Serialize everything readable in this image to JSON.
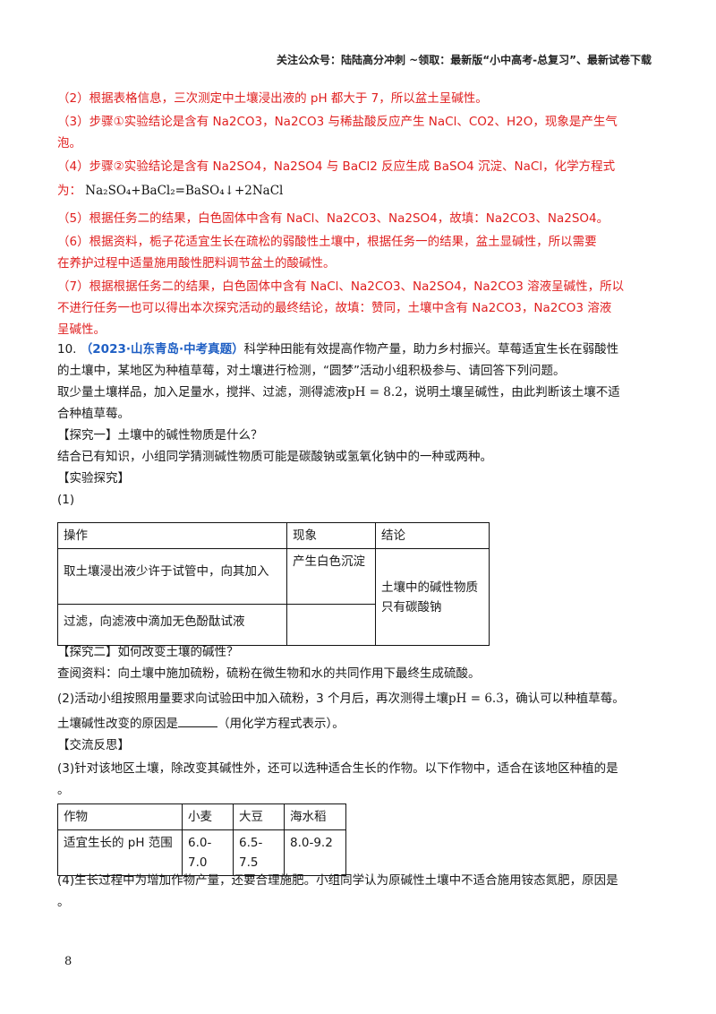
{
  "header": {
    "text": "关注公众号：陆陆高分冲刺 ~领取：最新版“小中高考-总复习”、最新试卷下载"
  },
  "answers": {
    "a2": "（2）根据表格信息，三次测定中土壤浸出液的 pH 都大于 7，所以盆土呈碱性。",
    "a3_l1": "（3）步骤①实验结论是含有 Na2CO3，Na2CO3 与稀盐酸反应产生 NaCl、CO2、H2O，现象是产生气",
    "a3_l2": "泡。",
    "a4_l1": "（4）步骤②实验结论是含有 Na2SO4，Na2SO4 与 BaCl2 反应生成 BaSO4 沉淀、NaCl，化学方程式",
    "a4_prefix": "为：",
    "a4_formula": "Na₂SO₄+BaCl₂=BaSO₄↓+2NaCl",
    "a5": "（5）根据任务二的结果，白色固体中含有 NaCl、Na2CO3、Na2SO4，故填：Na2CO3、Na2SO4。",
    "a6_l1": "（6）根据资料，栀子花适宜生长在疏松的弱酸性土壤中，根据任务一的结果，盆土显碱性，所以需要",
    "a6_l2": "在养护过程中适量施用酸性肥料调节盆土的酸碱性。",
    "a7_l1": "（7）根据根据任务二的结果，白色固体中含有 NaCl、Na2CO3、Na2SO4，Na2CO3 溶液呈碱性，所以",
    "a7_l2": "不进行任务一也可以得出本次探究活动的最终结论，故填：赞同，土壤中含有 Na2CO3，Na2CO3 溶液",
    "a7_l3": "呈碱性。"
  },
  "q10": {
    "num": "10.",
    "source": "（2023·山东青岛·中考真题）",
    "intro_l1": "科学种田能有效提高作物产量，助力乡村振兴。草莓适宜生长在弱酸性",
    "intro_l2": "的土壤中，某地区为种植草莓，对土壤进行检测，“圆梦”活动小组积极参与、请回答下列问题。",
    "intro_l3a": "取少量土壤样品，加入足量水，搅拌、过滤，测得滤液",
    "ph1": "pH = 8.2",
    "intro_l3b": "，说明土壤呈碱性，由此判断该土壤不适",
    "intro_l4": "合种植草莓。",
    "explore1": "【探究一】土壤中的碱性物质是什么？",
    "guess": "结合已有知识，小组同学猜测碱性物质可能是碳酸钠或氢氧化钠中的一种或两种。",
    "experiment": "【实验探究】",
    "q1": "(1)",
    "table1": {
      "headers": [
        "操作",
        "现象",
        "结论"
      ],
      "r1c1": "取土壤浸出液少许于试管中，向其加入",
      "r1c2": "产生白色沉淀",
      "r2c1": "过滤，向滤液中滴加无色酚酞试液",
      "r2c2": "",
      "conclusion": "土壤中的碱性物质只有碳酸钠"
    },
    "explore2": "【探究二】如何改变土壤的碱性？",
    "info": "查阅资料：向土壤中施加硫粉，硫粉在微生物和水的共同作用下最终生成硫酸。",
    "q2a": "(2)活动小组按照用量要求向试验田中加入硫粉，3 个月后，再次测得土壤",
    "ph2": "pH = 6.3",
    "q2b": "，确认可以种植草莓。",
    "q2c_pre": "土壤碱性改变的原因是",
    "q2c_post": "（用化学方程式表示）。",
    "reflect": "【交流反思】",
    "q3_l1": "(3)针对该地区土壤，除改变其碱性外，还可以选种适合生长的作物。以下作物中，适合在该地区种植的是",
    "q3_l2": "。",
    "table2": {
      "row1": [
        "作物",
        "小麦",
        "大豆",
        "海水稻"
      ],
      "row2": [
        "适宜生长的 pH 范围",
        "6.0-7.0",
        "6.5-7.5",
        "8.0-9.2"
      ]
    },
    "q4_l1": "(4)生长过程中为增加作物产量，还要合理施肥。小组同学认为原碱性土壤中不适合施用铵态氮肥，原因是",
    "q4_l2": "。"
  },
  "page_number": "8"
}
